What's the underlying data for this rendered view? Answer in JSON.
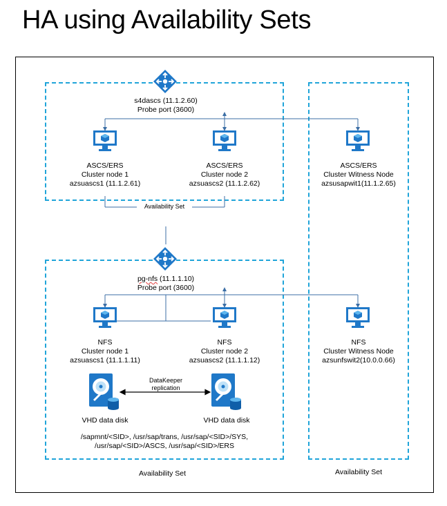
{
  "title": "HA using Availability Sets",
  "colors": {
    "accent": "#1fa4d9",
    "icon": "#0f6cbd",
    "line": "#000000"
  },
  "top": {
    "lb_name": "s4dascs (11.1.2.60)",
    "lb_probe": "Probe port (3600)",
    "node1": [
      "ASCS/ERS",
      "Cluster node 1",
      "azsuascs1 (11.1.2.61)"
    ],
    "node2": [
      "ASCS/ERS",
      "Cluster node 2",
      "azsuascs2 (11.1.2.62)"
    ],
    "witness": [
      "ASCS/ERS",
      "Cluster Witness Node",
      "azsusapwit1(11.1.2.65)"
    ],
    "avset_label": "Availability Set"
  },
  "bottom": {
    "lb_name_a": "pg-nfs",
    "lb_name_b": " (11.1.1.10)",
    "lb_probe": "Probe port (3600)",
    "node1": [
      "NFS",
      "Cluster node 1",
      "azsuascs1 (11.1.1.11)"
    ],
    "node2": [
      "NFS",
      "Cluster node 2",
      "azsuascs2 (11.1.1.12)"
    ],
    "witness": [
      "NFS",
      "Cluster Witness Node",
      "azsunfswit2(10.0.0.66)"
    ],
    "replication": [
      "DataKeeper",
      "replication"
    ],
    "disk1": "VHD data disk",
    "disk2": "VHD data disk",
    "paths": [
      "/sapmnt/<SID>,  /usr/sap/trans, /usr/sap/<SID>/SYS,",
      "/usr/sap/<SID>/ASCS, /usr/sap/<SID>/ERS"
    ],
    "avset_label": "Availability Set"
  },
  "witness_avset_label": "Availability Set"
}
